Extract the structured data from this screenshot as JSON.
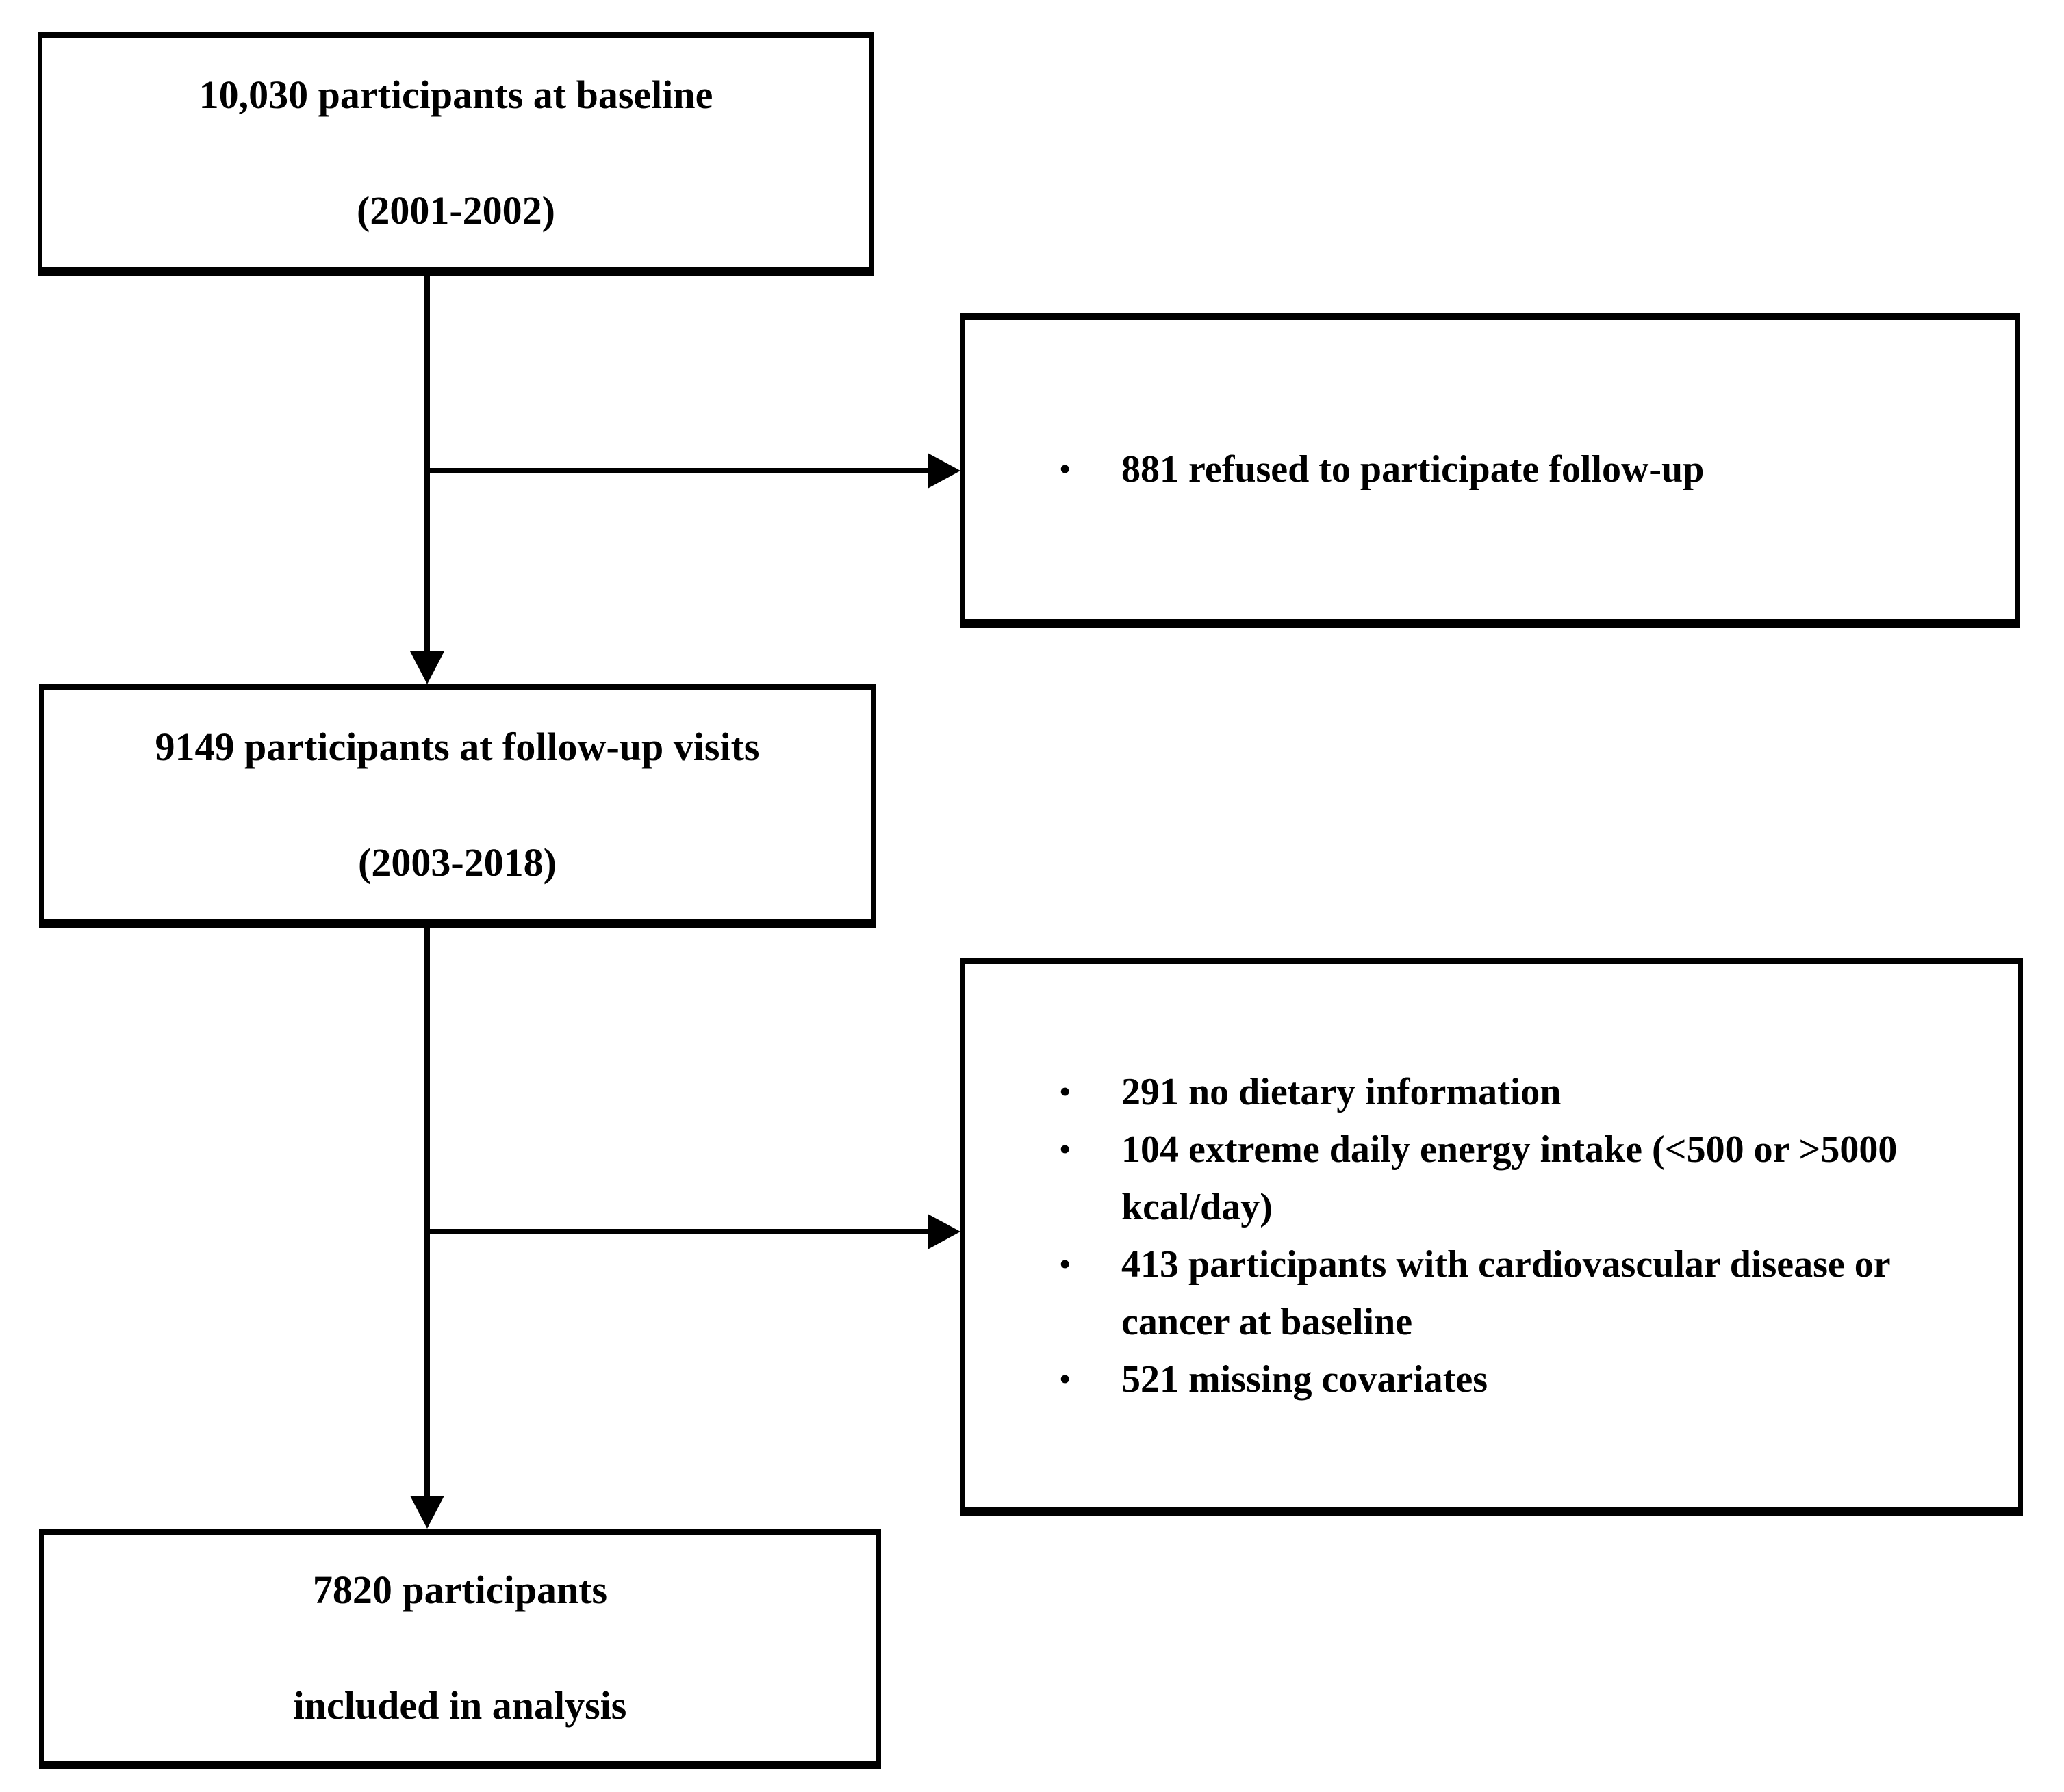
{
  "colors": {
    "border": "#000000",
    "background": "#ffffff",
    "text": "#000000"
  },
  "flow": {
    "baseline": {
      "line1": "10,030 participants at baseline",
      "line2": "(2001-2002)"
    },
    "refused": {
      "items": [
        "881 refused to participate follow-up"
      ]
    },
    "followup": {
      "line1": "9149 participants at follow-up visits",
      "line2": "(2003-2018)"
    },
    "excluded": {
      "items": [
        "291 no dietary information",
        "104 extreme daily energy intake (<500 or >5000 kcal/day)",
        "413 participants with cardiovascular disease or cancer at baseline",
        "521 missing covariates"
      ]
    },
    "final": {
      "line1": "7820 participants",
      "line2": "included in analysis"
    }
  }
}
